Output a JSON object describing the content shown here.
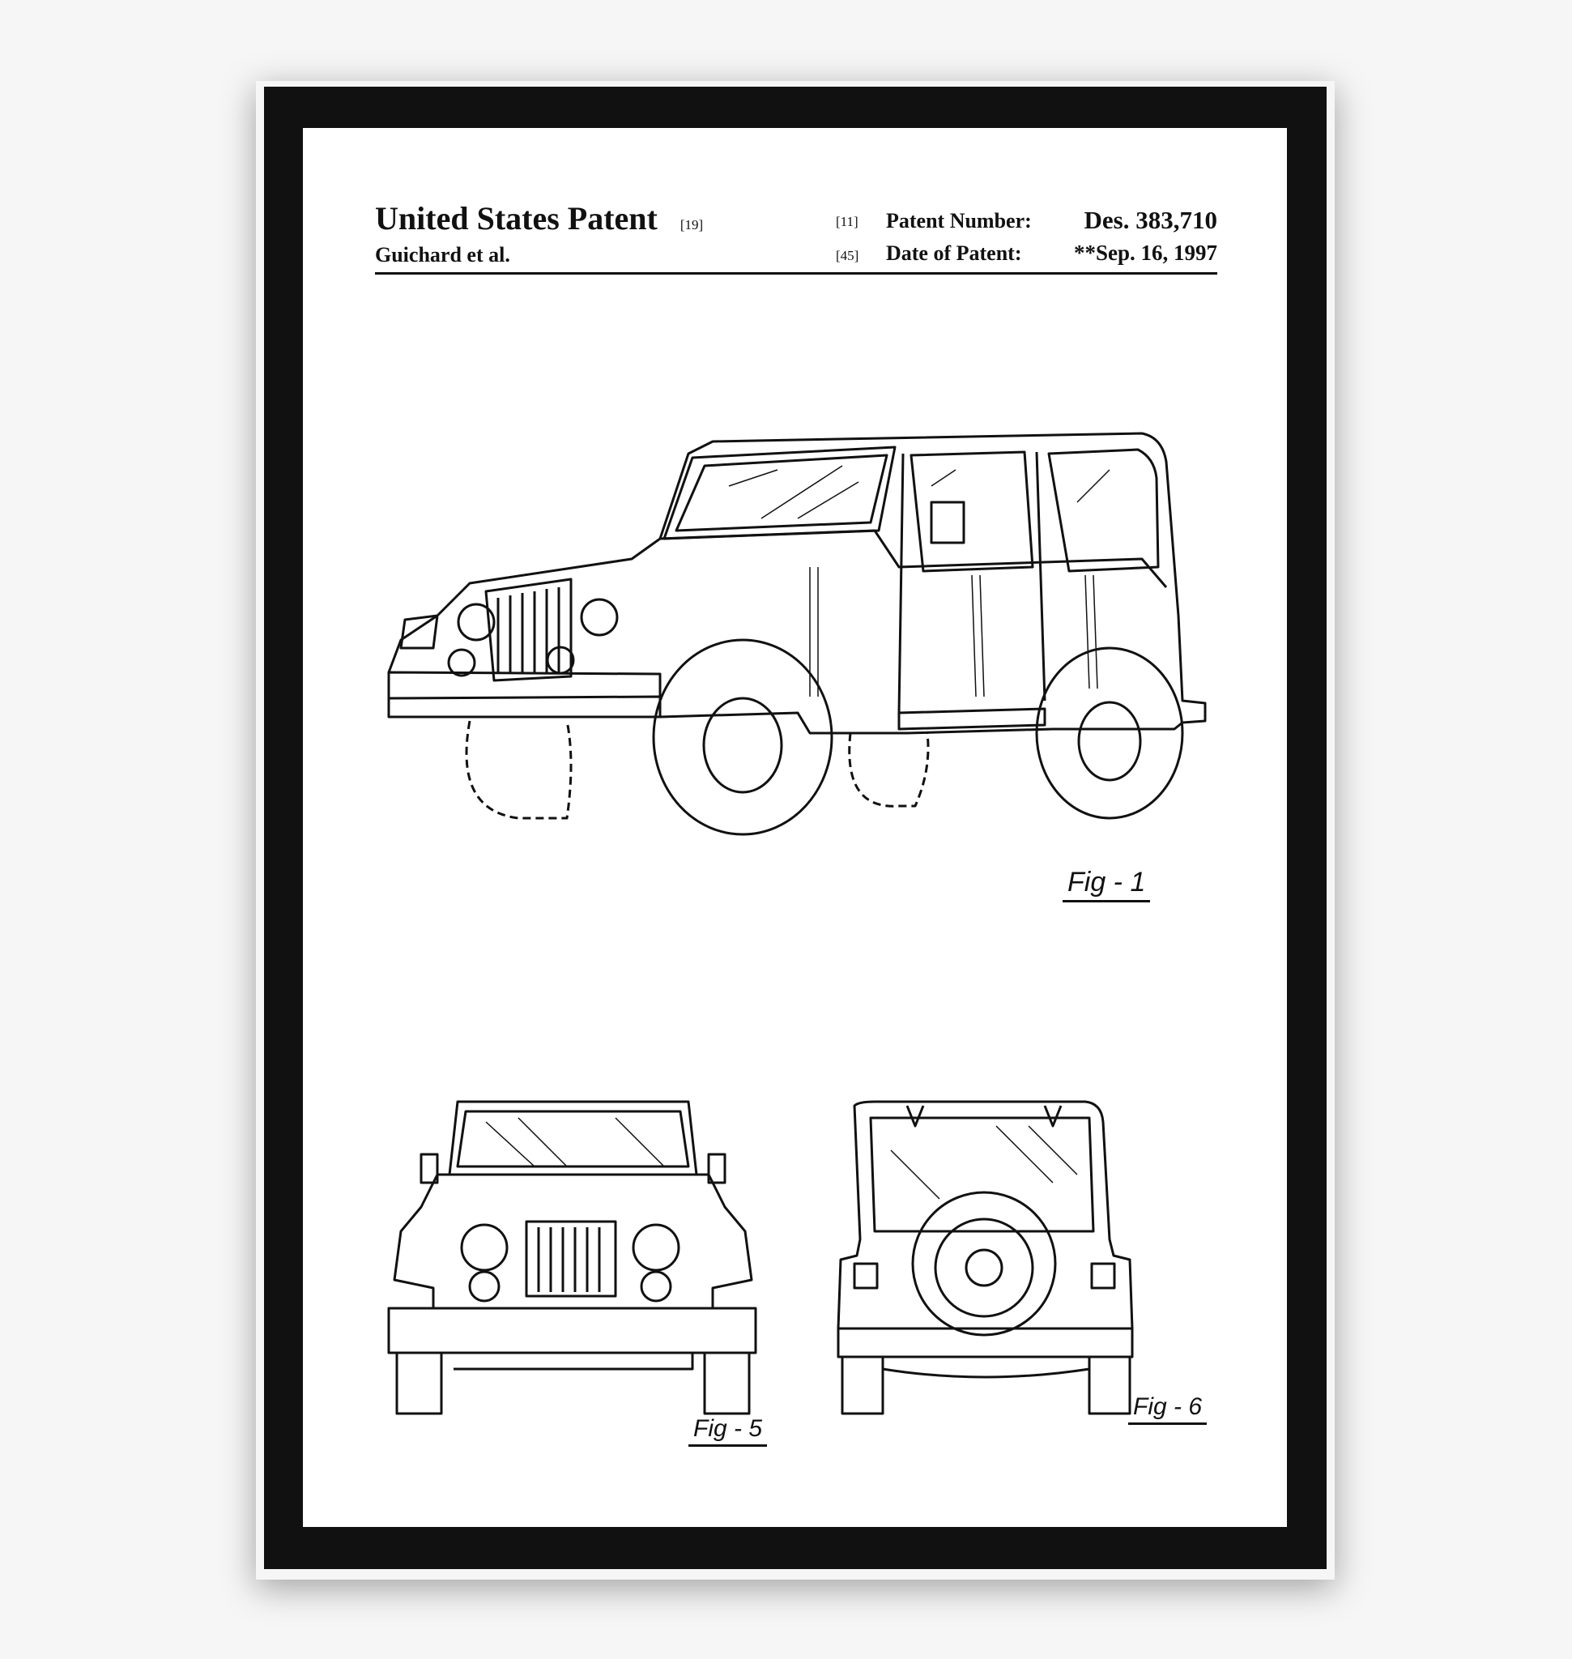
{
  "patent": {
    "title": "United States Patent",
    "title_code": "[19]",
    "inventor": "Guichard et al.",
    "number_code": "[11]",
    "number_label": "Patent Number:",
    "number_value": "Des. 383,710",
    "date_code": "[45]",
    "date_label": "Date of Patent:",
    "date_value": "**Sep. 16, 1997"
  },
  "figures": {
    "fig1": "Fig - 1",
    "fig5": "Fig - 5",
    "fig6": "Fig - 6"
  }
}
